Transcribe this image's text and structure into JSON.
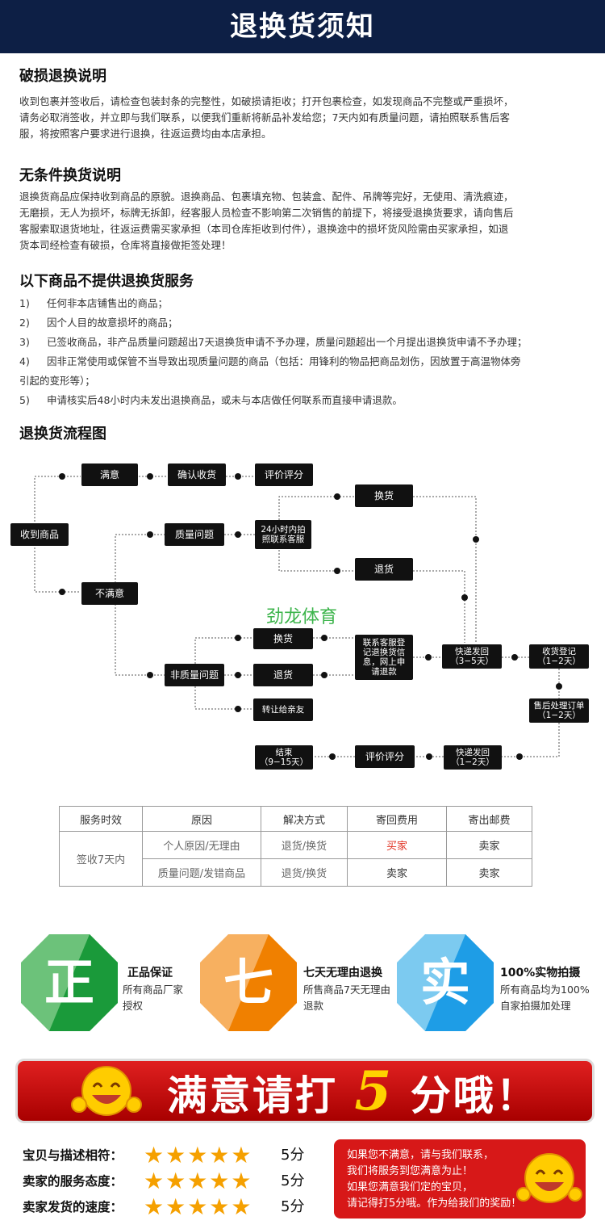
{
  "header": {
    "title": "退换货须知"
  },
  "sections": {
    "damage": {
      "title": "破损退换说明",
      "lines": [
        "收到包裹并签收后，请检查包装封条的完整性，如破损请拒收；打开包裹检查，如发现商品不完整或严重损坏，",
        "请务必取消签收，并立即与我们联系，以便我们重新将新品补发给您；7天内如有质量问题，请拍照联系售后客",
        "服，将按照客户要求进行退换，往返运费均由本店承担。"
      ]
    },
    "unconditional": {
      "title": "无条件换货说明",
      "lines": [
        "退换货商品应保持收到商品的原貌。退换商品、包裹填充物、包装盒、配件、吊牌等完好，无使用、清洗痕迹，",
        "无磨损，无人为损坏，标牌无拆卸，经客服人员检查不影响第二次销售的前提下，将接受退换货要求，请向售后",
        "客服索取退货地址，往返运费需买家承担（本司仓库拒收到付件），退换途中的损坏货风险需由买家承担，如退",
        "货本司经检查有破损，仓库将直接做拒签处理！"
      ]
    },
    "excluded": {
      "title": "以下商品不提供退换货服务",
      "items": [
        {
          "num": "1)",
          "text": "任何非本店铺售出的商品；"
        },
        {
          "num": "2)",
          "text": "因个人目的故意损坏的商品；"
        },
        {
          "num": "3)",
          "text": "已签收商品，非产品质量问题超出7天退换货申请不予办理，质量问题超出一个月提出退换货申请不予办理；"
        },
        {
          "num": "4)",
          "text": "因非正常使用或保管不当导致出现质量问题的商品（包括：用锋利的物品把商品划伤，因放置于高温物体旁",
          "cont": "引起的变形等）；"
        },
        {
          "num": "5)",
          "text": "申请核实后48小时内未发出退换商品，或未与本店做任何联系而直接申请退款。"
        }
      ]
    },
    "flow": {
      "title": "退换货流程图"
    }
  },
  "flow": {
    "receive": "收到商品",
    "satisfied": "满意",
    "confirm": "确认收货",
    "review1": "评价评分",
    "quality": "质量问题",
    "photo": [
      "24小时内拍",
      "照联系客服"
    ],
    "exchange1": "换货",
    "return1": "退货",
    "unsatisfied": "不满意",
    "nonquality": "非质量问题",
    "exchange2": "换货",
    "return2": "退货",
    "transfer": "转让给亲友",
    "contact": [
      "联系客服登",
      "记退换货信",
      "息，网上申",
      "请退款"
    ],
    "ship1": [
      "快递发回",
      "（3−5天）"
    ],
    "register": [
      "收货登记",
      "（1−2天）"
    ],
    "process": [
      "售后处理订单",
      "（1−2天）"
    ],
    "ship2": [
      "快递发回",
      "（1−2天）"
    ],
    "review2": "评价评分",
    "end": [
      "结束",
      "（9−15天）"
    ],
    "watermark": "劲龙体育"
  },
  "table": {
    "headers": [
      "服务时效",
      "原因",
      "解决方式",
      "寄回费用",
      "寄出邮费"
    ],
    "period": "签收7天内",
    "rows": [
      [
        "个人原因/无理由",
        "退货/换货",
        "买家",
        "卖家"
      ],
      [
        "质量问题/发错商品",
        "退货/换货",
        "卖家",
        "卖家"
      ]
    ],
    "highlight_color": "#e03020"
  },
  "badges": [
    {
      "char": "正",
      "title": "正品保证",
      "desc": [
        "所有商品厂家",
        "授权"
      ],
      "color_light": "#6cc27a",
      "color_dark": "#1a9a3a"
    },
    {
      "char": "七",
      "title": "七天无理由退换",
      "desc": [
        "所售商品7天无理由",
        "退款"
      ],
      "color_light": "#f7b060",
      "color_dark": "#f08000"
    },
    {
      "char": "实",
      "title": "100%实物拍摄",
      "desc": [
        "所有商品均为100%",
        "自家拍摄加处理"
      ],
      "color_light": "#7ccaf0",
      "color_dark": "#1e9de6"
    }
  ],
  "banner": {
    "pre": "满意请打",
    "num": "5",
    "post": "分哦！"
  },
  "ratings": [
    {
      "label": "宝贝与描述相符：",
      "stars": "★★★★★",
      "score": "5分"
    },
    {
      "label": "卖家的服务态度：",
      "stars": "★★★★★",
      "score": "5分"
    },
    {
      "label": "卖家发货的速度：",
      "stars": "★★★★★",
      "score": "5分"
    }
  ],
  "note": {
    "lines": [
      "如果您不满意，请与我们联系，",
      "我们将服务到您满意为止！",
      "如果您满意我们定的宝贝，",
      "请记得打5分哦。作为给我们的奖励！"
    ]
  }
}
